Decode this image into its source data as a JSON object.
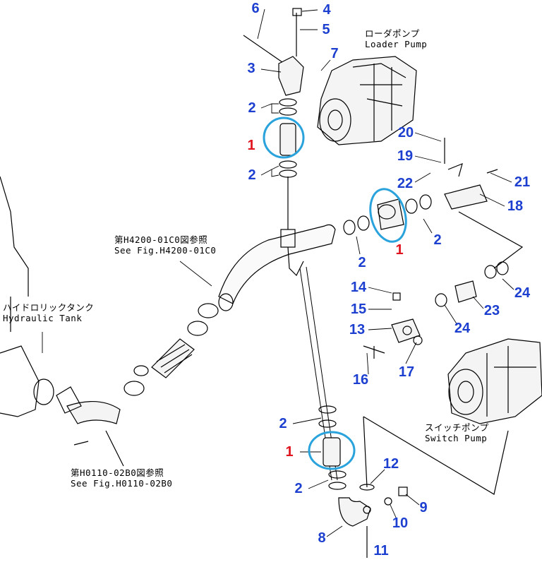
{
  "colors": {
    "callout": "#1c3fd0",
    "highlight_callout": "#e0141e",
    "highlight_ring": "#2aa3dc"
  },
  "notes": {
    "loader_pump": {
      "jp": "ローダポンプ",
      "en": "Loader Pump"
    },
    "fig_h4200": {
      "jp": "第H4200-01C0図参照",
      "en": "See Fig.H4200-01C0"
    },
    "hydraulic_tank": {
      "jp": "ハイドロリックタンク",
      "en": "Hydraulic Tank"
    },
    "fig_h0110": {
      "jp": "第H0110-02B0図参照",
      "en": "See Fig.H0110-02B0"
    },
    "switch_pump": {
      "jp": "スイッチポンプ",
      "en": "Switch Pump"
    }
  },
  "callouts": [
    {
      "n": "6"
    },
    {
      "n": "4"
    },
    {
      "n": "5"
    },
    {
      "n": "7"
    },
    {
      "n": "3"
    },
    {
      "n": "2"
    },
    {
      "n": "1",
      "highlight": true
    },
    {
      "n": "2"
    },
    {
      "n": "20"
    },
    {
      "n": "19"
    },
    {
      "n": "22"
    },
    {
      "n": "21"
    },
    {
      "n": "18"
    },
    {
      "n": "2"
    },
    {
      "n": "1",
      "highlight": true
    },
    {
      "n": "2"
    },
    {
      "n": "14"
    },
    {
      "n": "15"
    },
    {
      "n": "13"
    },
    {
      "n": "24"
    },
    {
      "n": "23"
    },
    {
      "n": "24"
    },
    {
      "n": "16"
    },
    {
      "n": "17"
    },
    {
      "n": "2"
    },
    {
      "n": "1",
      "highlight": true
    },
    {
      "n": "12"
    },
    {
      "n": "2"
    },
    {
      "n": "9"
    },
    {
      "n": "10"
    },
    {
      "n": "8"
    },
    {
      "n": "11"
    }
  ]
}
